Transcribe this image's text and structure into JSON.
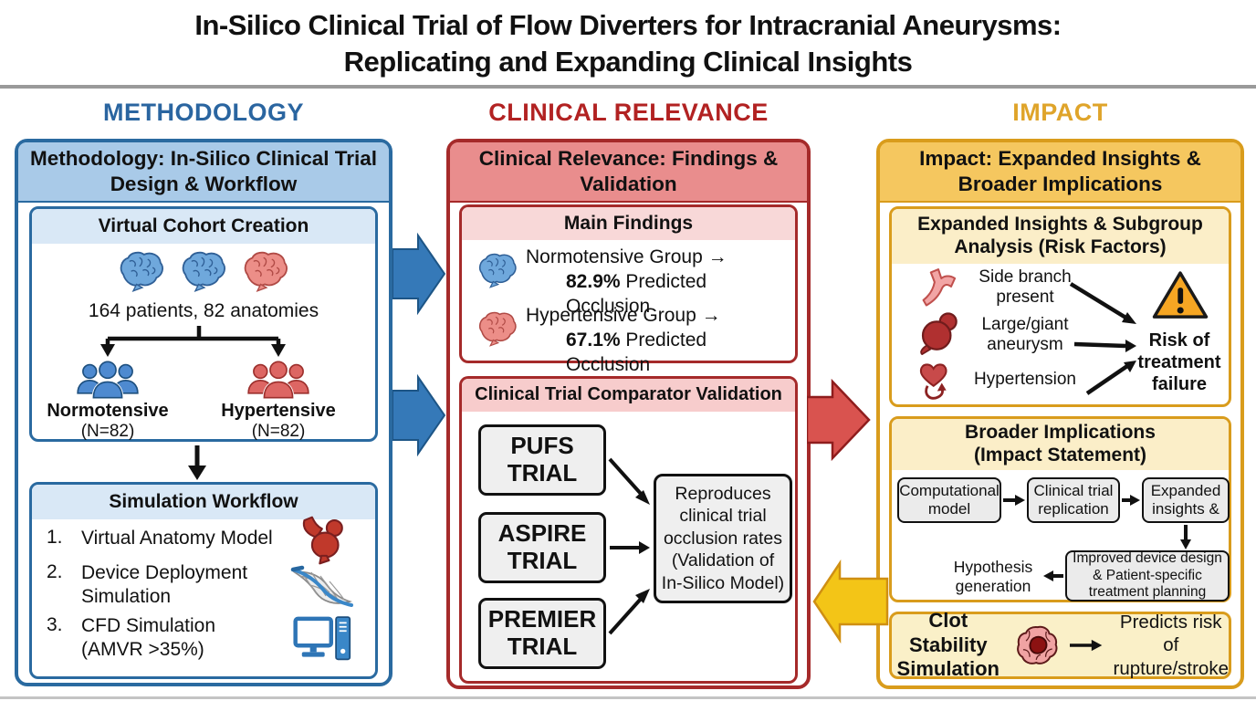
{
  "title": {
    "line1": "In-Silico Clinical Trial of Flow Diverters for Intracranial Aneurysms:",
    "line2": "Replicating and Expanding Clinical Insights"
  },
  "colors": {
    "methodology_accent": "#2a6aa0",
    "clinical_accent": "#a52a2a",
    "impact_accent": "#d99c1c",
    "blue_arrow": "#3579b8",
    "red_arrow": "#d9534f",
    "yellow_arrow": "#f3c517",
    "warning_orange": "#f6a623"
  },
  "methodology": {
    "column_header": "METHODOLOGY",
    "panel_title": "Methodology: In-Silico Clinical Trial Design & Workflow",
    "cohort": {
      "title": "Virtual Cohort Creation",
      "caption": "164 patients, 82 anatomies",
      "groups": [
        {
          "name": "Normotensive",
          "n": "(N=82)"
        },
        {
          "name": "Hypertensive",
          "n": "(N=82)"
        }
      ]
    },
    "workflow": {
      "title": "Simulation Workflow",
      "steps": [
        {
          "num": "1.",
          "label": "Virtual Anatomy Model"
        },
        {
          "num": "2.",
          "label": "Device Deployment Simulation"
        },
        {
          "num": "3.",
          "label": "CFD Simulation (AMVR >35%)"
        }
      ]
    }
  },
  "clinical": {
    "column_header": "CLINICAL RELEVANCE",
    "panel_title": "Clinical Relevance: Findings & Validation",
    "findings": {
      "title": "Main Findings",
      "rows": [
        {
          "group": "Normotensive Group →",
          "value": "82.9%",
          "suffix": " Predicted Occlusion"
        },
        {
          "group": "Hypertensive Group →",
          "value": "67.1%",
          "suffix": " Predicted Occlusion"
        }
      ]
    },
    "validation": {
      "title": "Clinical Trial Comparator Validation",
      "trials": [
        "PUFS TRIAL",
        "ASPIRE TRIAL",
        "PREMIER TRIAL"
      ],
      "result": "Reproduces clinical trial occlusion rates (Validation of In-Silico Model)"
    }
  },
  "impact": {
    "column_header": "IMPACT",
    "panel_title": "Impact: Expanded Insights & Broader Implications",
    "risk": {
      "title": "Expanded Insights & Subgroup Analysis (Risk Factors)",
      "factors": [
        "Side branch present",
        "Large/giant aneurysm",
        "Hypertension"
      ],
      "outcome": "Risk of treatment failure"
    },
    "implications": {
      "title": "Broader Implications (Impact Statement)",
      "boxes": [
        "Computational model",
        "Clinical trial replication",
        "Expanded insights &",
        "Improved device design & Patient-specific treatment planning"
      ],
      "hypothesis": "Hypothesis generation"
    },
    "clot": {
      "title": "Clot Stability Simulation",
      "result": "Predicts risk of rupture/stroke"
    }
  }
}
